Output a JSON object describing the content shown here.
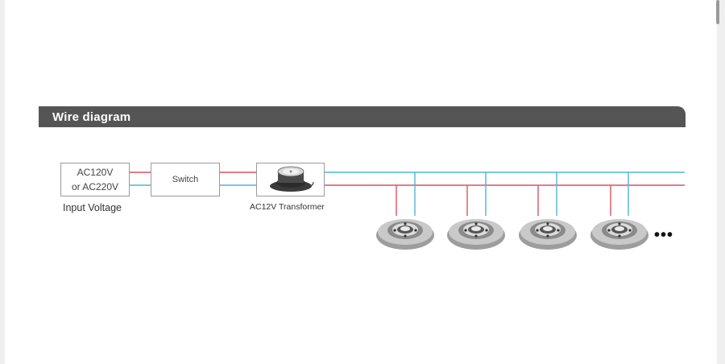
{
  "section": {
    "title": "Wire diagram"
  },
  "diagram": {
    "input_box": {
      "line1": "AC120V",
      "line2": "or AC220V"
    },
    "input_caption": "Input Voltage",
    "switch_label": "Switch",
    "transformer_caption": "AC12V Transformer",
    "continuation": "•••",
    "fixture_count": 4
  },
  "colors": {
    "header_bar": "#555555",
    "live_wire": "#d9545f",
    "neutral_wire": "#4fb3d9",
    "box_border": "#9a9a9a"
  },
  "icons": [
    "transformer-icon",
    "recessed-light-fixture-icon"
  ]
}
